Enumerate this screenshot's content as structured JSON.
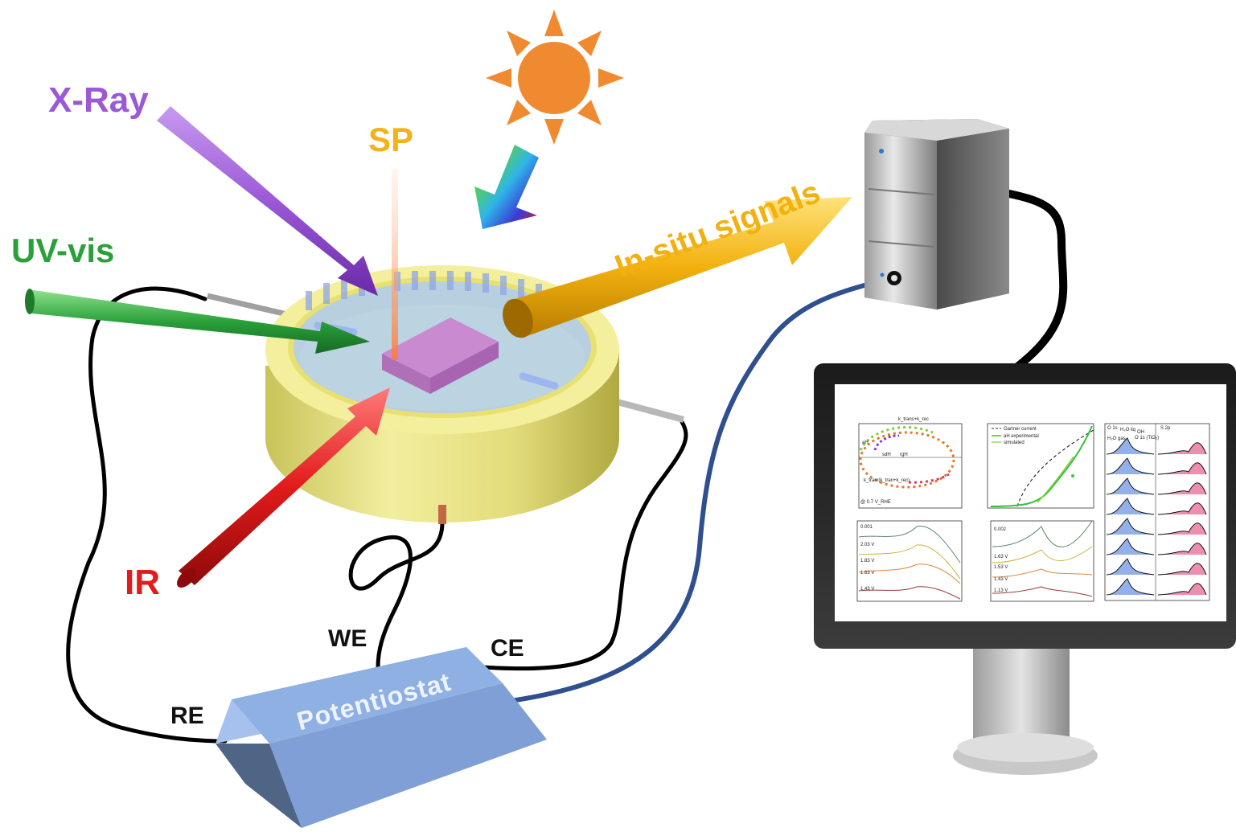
{
  "probes": {
    "xray": "X-Ray",
    "sp": "SP",
    "uvvis": "UV-vis",
    "ir": "IR"
  },
  "signals_label": "In-situ signals",
  "potentiostat_label": "Potentiostat",
  "electrodes": {
    "we": "WE",
    "ce": "CE",
    "re": "RE"
  },
  "screen": {
    "p1": {
      "top_label": "k_trans+k_rec",
      "aH": "aH",
      "sdH": "sdH",
      "rgH": "rgH",
      "formula": "k_tran/(k_tran+k_rec)",
      "potential": "@ 0.7 V_RHE"
    },
    "p2": {
      "legend": [
        "Gartner current",
        "aH experimental",
        "simulated"
      ]
    },
    "p3": {
      "scale": "0.001",
      "v1": "2.03 V",
      "v2": "1.83 V",
      "v3": "1.63 V",
      "v4": "1.43 V"
    },
    "p4": {
      "scale": "0.002",
      "v1": "1.63 V",
      "v2": "1.53 V",
      "v3": "1.43 V",
      "v4": "1.13 V"
    },
    "p5": {
      "h1": "O 1s",
      "h2": "S 2p",
      "l1": "H₂O gas",
      "l2": "H₂O liq",
      "l3": "OH",
      "l4": "O 1s (TiO₂)"
    }
  },
  "colors": {
    "xray": "#9b59d6",
    "sp": "#f3b21a",
    "uvvis": "#2aa03a",
    "ir": "#e21b1b",
    "signals": "#f2b10f",
    "sun": "#f08a30",
    "cell": "#e6e08a",
    "sample": "#c98ad0",
    "potentiostat": "#8fb0e3",
    "signal_cable": "#2f4f8f"
  },
  "icons": [
    "sun-icon",
    "rainbow-arrow-icon",
    "computer-tower-icon",
    "monitor-icon",
    "electrochemical-cell-icon"
  ]
}
